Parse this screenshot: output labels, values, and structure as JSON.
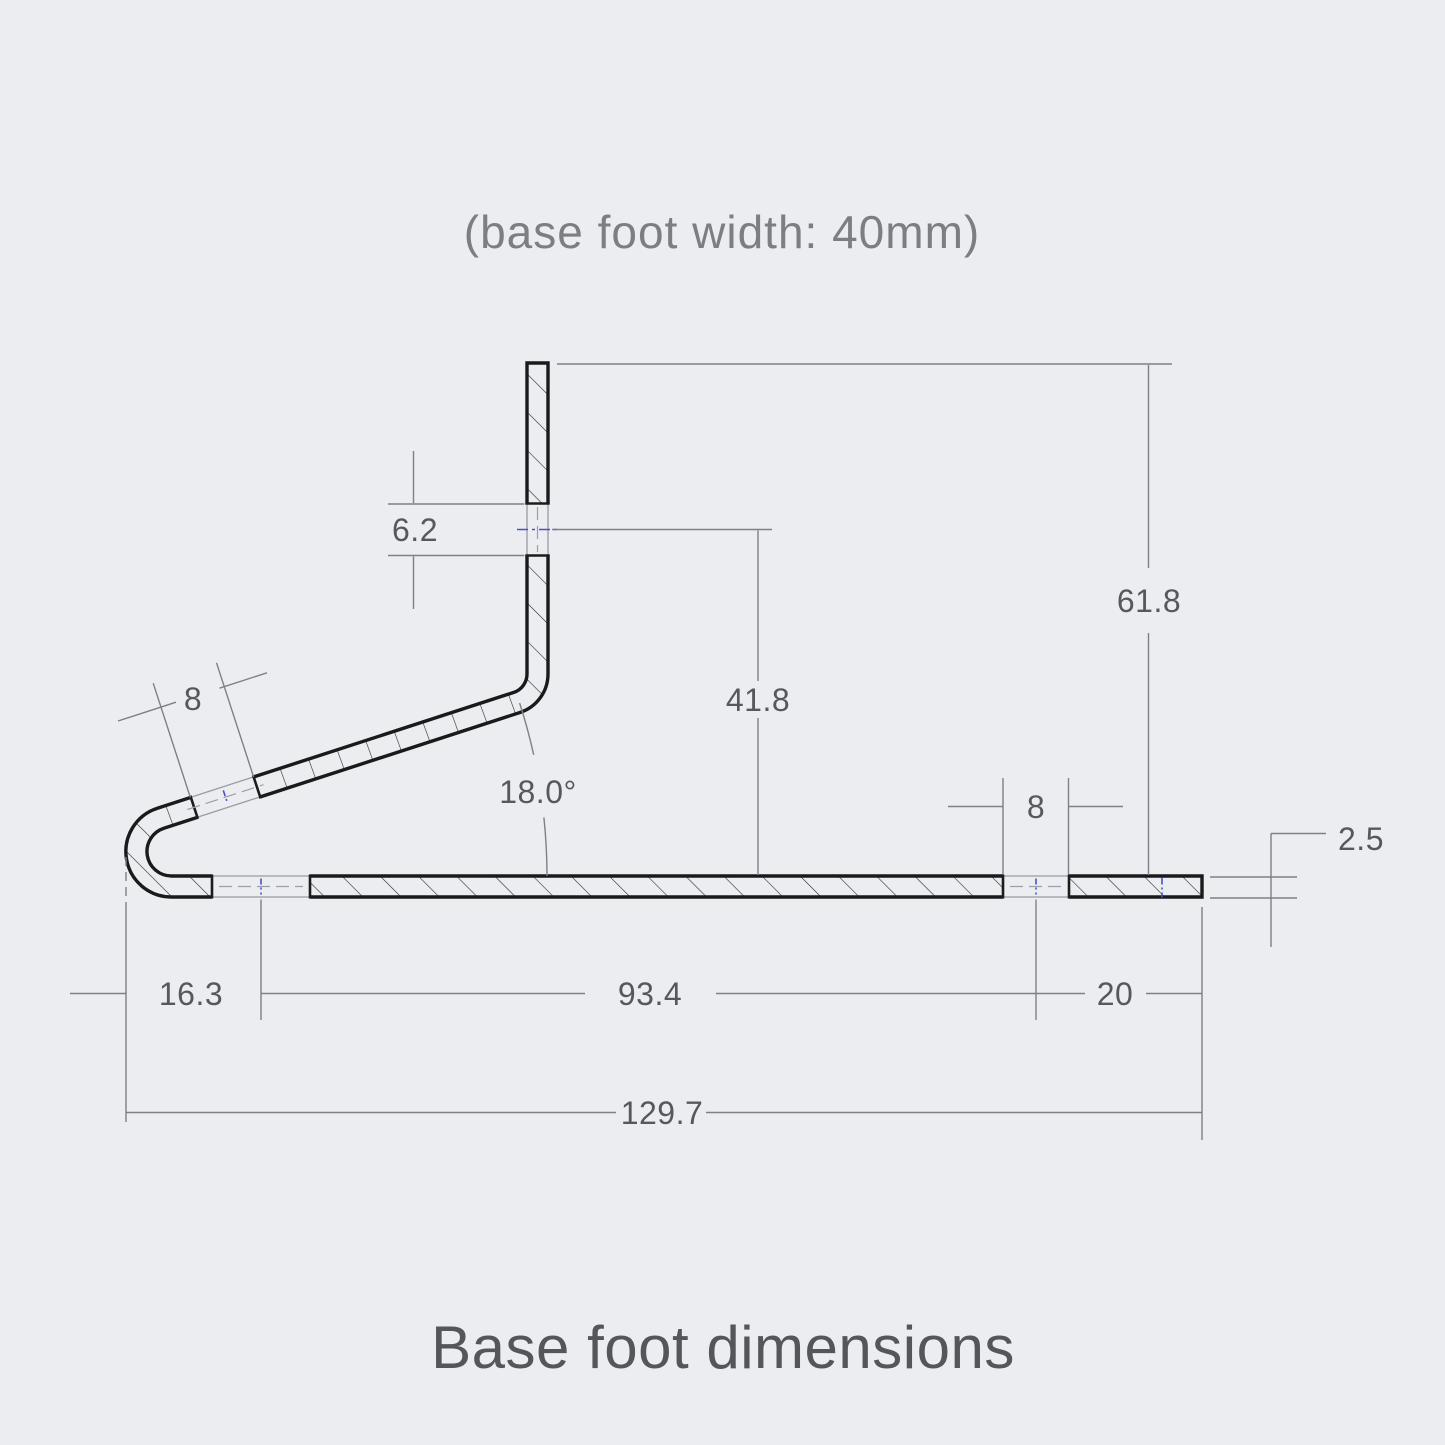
{
  "note": "(base foot width: 40mm)",
  "caption": "Base foot dimensions",
  "dimensions": {
    "flange_slot_height": "6.2",
    "angled_slot_width": "8",
    "bend_angle": "18.0°",
    "slot_center_height": "41.8",
    "total_height": "61.8",
    "right_slot_width": "8",
    "material_thickness": "2.5",
    "left_slot_offset": "16.3",
    "slot_to_slot_span": "93.4",
    "right_slot_to_end": "20",
    "total_length": "129.7"
  },
  "colors": {
    "background": "#ECEDF1",
    "part_outline": "#1A1A1A",
    "hatch": "#2B2B2B",
    "dimension_lines": "#7E8085",
    "dimension_text": "#56585D",
    "centerline_blue": "#4A51CC",
    "centerline_gray": "#9AA0A6"
  }
}
